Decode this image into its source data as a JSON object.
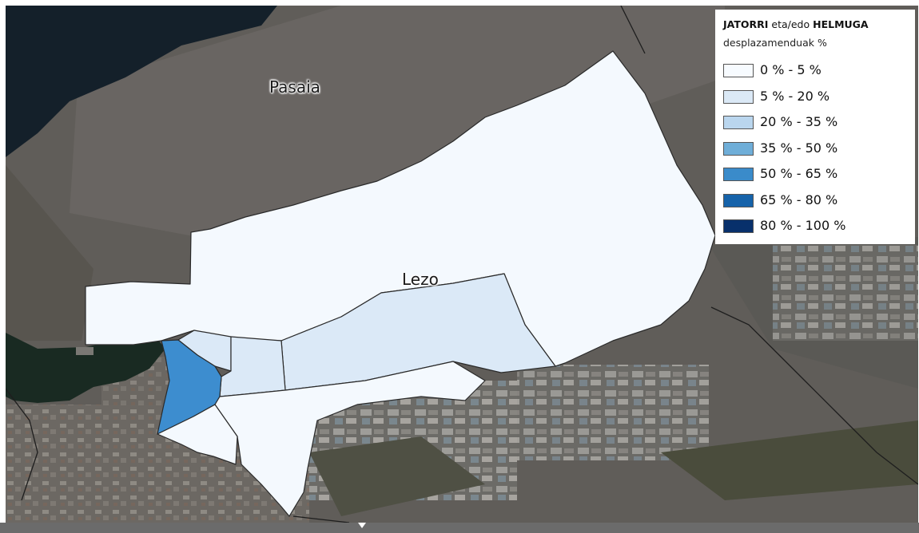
{
  "map": {
    "labels": {
      "pasaia": "Pasaia",
      "lezo": "Lezo"
    },
    "zone_colors": {
      "north_large": "#f4f9fe",
      "central_band": "#dbe9f7",
      "west_small": "#dbe9f7",
      "mid_small": "#dbe9f7",
      "harbor_zone": "#3d8dcf",
      "south_large": "#f4f9fe",
      "southwest_small": "#f4f9fe"
    }
  },
  "legend": {
    "title_bold_1": "JATORRI",
    "title_middle": " eta/edo ",
    "title_bold_2": "HELMUGA",
    "subtitle": "desplazamenduak %",
    "classes": [
      {
        "label": "0 %  - 5 %",
        "color": "#f7fbff"
      },
      {
        "label": "5 %  - 20 %",
        "color": "#dbe9f6"
      },
      {
        "label": "20 %  - 35 %",
        "color": "#bad6ee"
      },
      {
        "label": "35 %  - 50 %",
        "color": "#6faed8"
      },
      {
        "label": "50 %  - 65 %",
        "color": "#3a8bca"
      },
      {
        "label": "65 %  - 80 %",
        "color": "#1663aa"
      },
      {
        "label": "80 %  - 100 %",
        "color": "#08306b"
      }
    ]
  }
}
